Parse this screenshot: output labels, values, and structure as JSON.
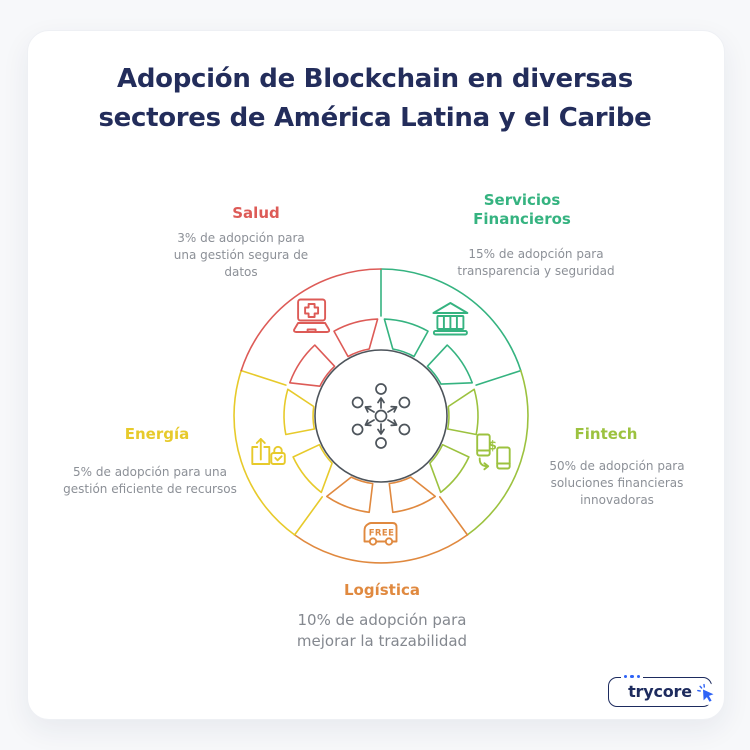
{
  "title": {
    "line1": "Adopción de Blockchain en diversas",
    "line2": "sectores de América Latina y el Caribe"
  },
  "sectors": [
    {
      "id": "salud",
      "label": "Salud",
      "color": "#dd5b57",
      "adoption_pct": 3,
      "description": "3% de adopción para\nuna gestión segura de\ndatos",
      "icon": "medical-laptop-icon"
    },
    {
      "id": "servicios-financieros",
      "label": "Servicios\nFinancieros",
      "color": "#35b380",
      "adoption_pct": 15,
      "description": "15% de adopción para\ntransparencia y seguridad",
      "icon": "bank-icon"
    },
    {
      "id": "fintech",
      "label": "Fintech",
      "color": "#9cc23f",
      "adoption_pct": 50,
      "description": "50% de adopción para\nsoluciones financieras\ninnovadoras",
      "icon": "mobile-payment-icon"
    },
    {
      "id": "logistica",
      "label": "Logística",
      "color": "#e0893f",
      "adoption_pct": 10,
      "description": "10% de adopción para\nmejorar la trazabilidad",
      "icon": "delivery-truck-icon"
    },
    {
      "id": "energia",
      "label": "Energía",
      "color": "#e7ca2b",
      "adoption_pct": 5,
      "description": "5% de adopción para una\ngestión eficiente de recursos",
      "icon": "secure-share-icon"
    }
  ],
  "center": {
    "icon": "blockchain-network-icon",
    "outline_color": "#4d545b"
  },
  "truck_label": "FREE",
  "currency_symbol": "$",
  "logo": {
    "text": "trycore",
    "color": "#1d2b5e",
    "accent": "#2f63f6",
    "cursor_icon": "cursor-sparkle-icon"
  },
  "colors": {
    "title": "#232d5b",
    "description_text": "#8c9097",
    "card_background": "#ffffff",
    "page_background": "#f7f8fa"
  }
}
